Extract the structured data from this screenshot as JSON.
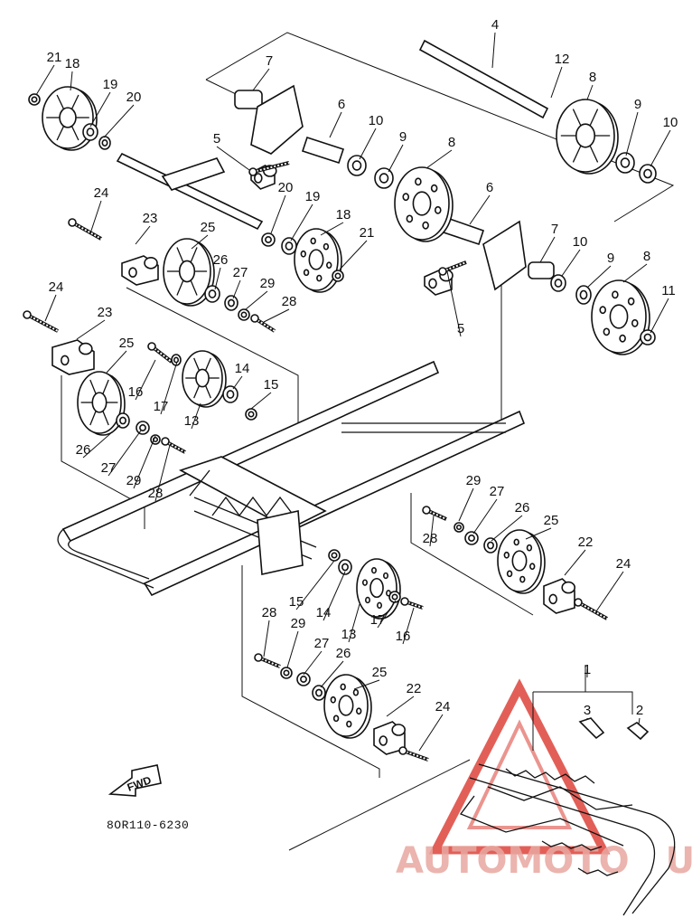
{
  "drawing_code": "8OR110-6230",
  "fwd_label": "FWD",
  "watermark": {
    "text": "AUTOMOTO",
    "text_tail": "UB",
    "color": "#e8a8a0",
    "triangle_color": "#d82a20"
  },
  "colors": {
    "line": "#111111",
    "background": "#ffffff"
  },
  "callouts": [
    {
      "n": "21"
    },
    {
      "n": "18"
    },
    {
      "n": "19"
    },
    {
      "n": "20"
    },
    {
      "n": "7"
    },
    {
      "n": "4"
    },
    {
      "n": "12"
    },
    {
      "n": "8"
    },
    {
      "n": "9"
    },
    {
      "n": "10"
    },
    {
      "n": "6"
    },
    {
      "n": "10"
    },
    {
      "n": "9"
    },
    {
      "n": "5"
    },
    {
      "n": "8"
    },
    {
      "n": "20"
    },
    {
      "n": "19"
    },
    {
      "n": "18"
    },
    {
      "n": "21"
    },
    {
      "n": "24"
    },
    {
      "n": "23"
    },
    {
      "n": "25"
    },
    {
      "n": "6"
    },
    {
      "n": "7"
    },
    {
      "n": "10"
    },
    {
      "n": "9"
    },
    {
      "n": "8"
    },
    {
      "n": "26"
    },
    {
      "n": "27"
    },
    {
      "n": "29"
    },
    {
      "n": "28"
    },
    {
      "n": "11"
    },
    {
      "n": "24"
    },
    {
      "n": "23"
    },
    {
      "n": "5"
    },
    {
      "n": "25"
    },
    {
      "n": "16"
    },
    {
      "n": "17"
    },
    {
      "n": "14"
    },
    {
      "n": "15"
    },
    {
      "n": "13"
    },
    {
      "n": "26"
    },
    {
      "n": "27"
    },
    {
      "n": "29"
    },
    {
      "n": "28"
    },
    {
      "n": "29"
    },
    {
      "n": "27"
    },
    {
      "n": "26"
    },
    {
      "n": "25"
    },
    {
      "n": "28"
    },
    {
      "n": "22"
    },
    {
      "n": "24"
    },
    {
      "n": "15"
    },
    {
      "n": "14"
    },
    {
      "n": "13"
    },
    {
      "n": "17"
    },
    {
      "n": "16"
    },
    {
      "n": "28"
    },
    {
      "n": "29"
    },
    {
      "n": "27"
    },
    {
      "n": "26"
    },
    {
      "n": "25"
    },
    {
      "n": "22"
    },
    {
      "n": "24"
    },
    {
      "n": "1"
    },
    {
      "n": "3"
    },
    {
      "n": "2"
    }
  ]
}
